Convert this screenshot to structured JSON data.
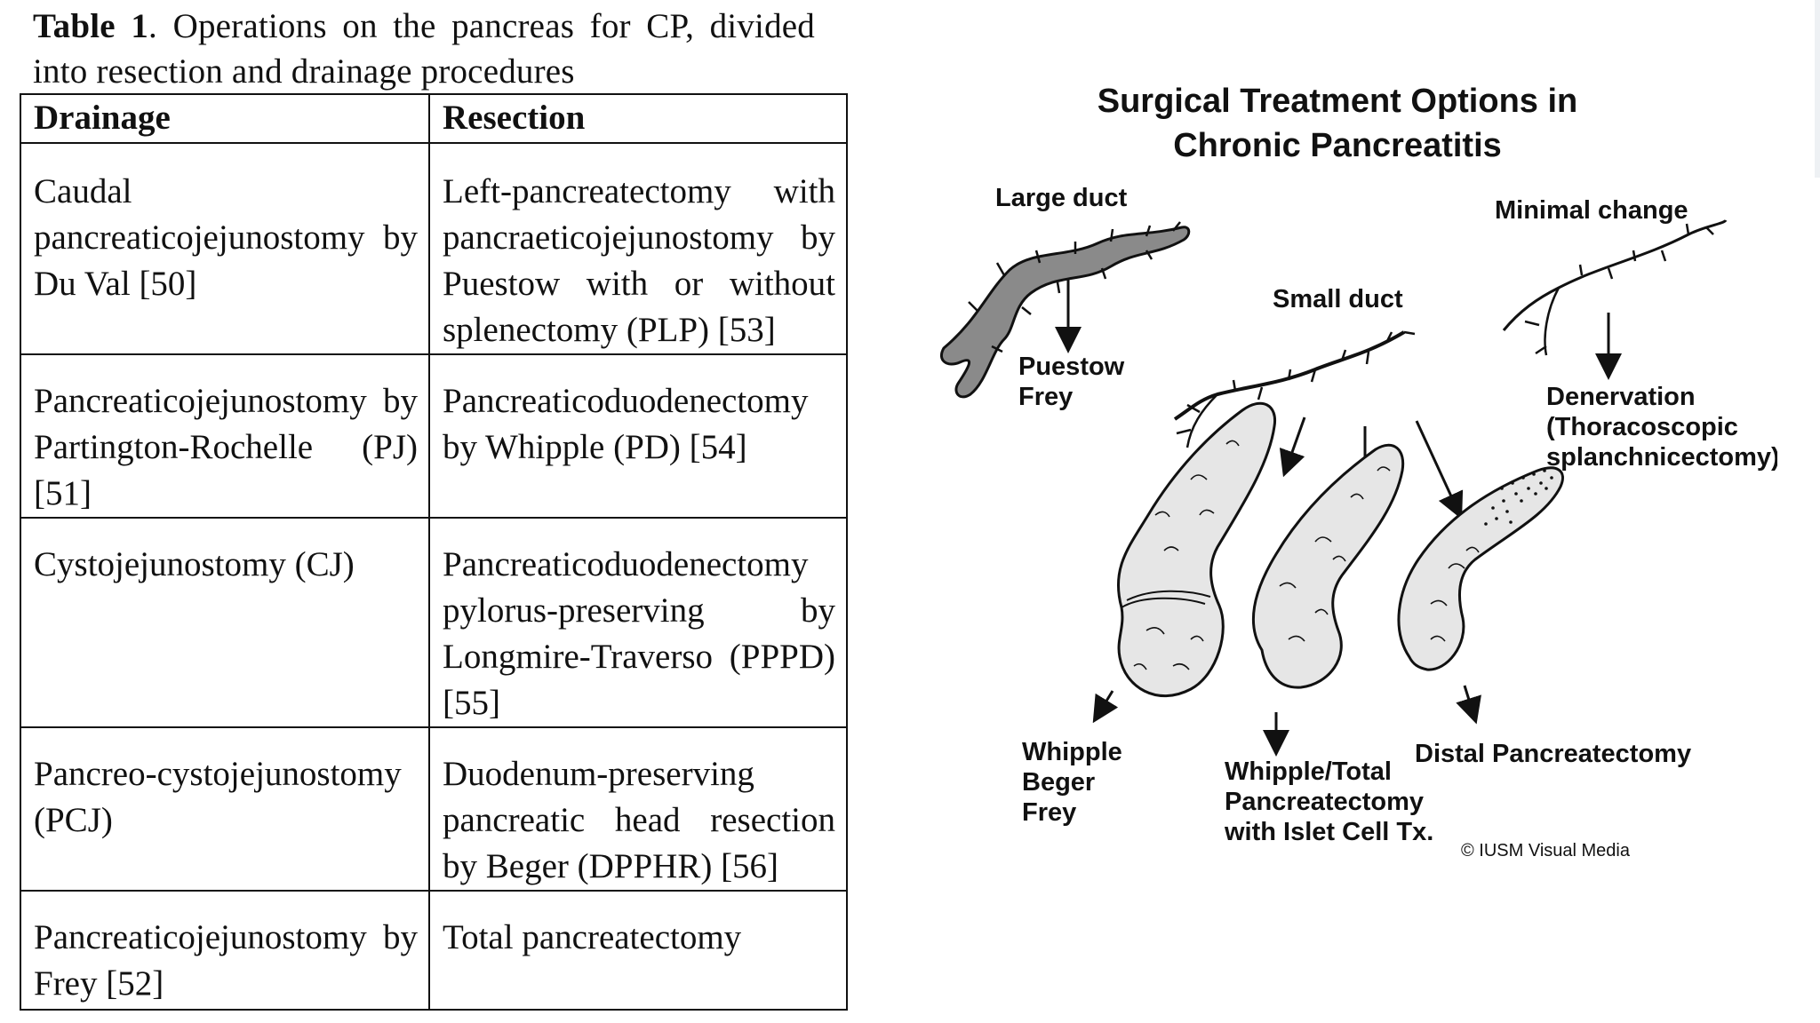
{
  "caption": {
    "lead": "Table 1",
    "line1_rest": ". Operations on the pancreas for CP, divided",
    "line2": "into resection and drainage procedures"
  },
  "table": {
    "headers": [
      "Drainage",
      "Resection"
    ],
    "rows": [
      [
        "Caudal pancreaticojejunostomy by Du Val [50]",
        "Left-pancreatectomy with pancraeticojejunostomy by Puestow with or without splenectomy (PLP) [53]"
      ],
      [
        "Pancreaticojejunostomy by Partington-Rochelle (PJ) [51]",
        "Pancreaticoduodenectomy by Whipple (PD) [54]"
      ],
      [
        "Cystojejunostomy (CJ)",
        "Pancreaticoduodenectomy pylorus-preserving by Longmire-Traverso (PPPD) [55]"
      ],
      [
        "Pancreo-cystojejunostomy (PCJ)",
        "Duodenum-preserving pancreatic head resection by Beger (DPPHR) [56]"
      ],
      [
        "Pancreaticojejunostomy by Frey [52]",
        "Total pancreatectomy"
      ]
    ]
  },
  "figure": {
    "title_line1": "Surgical Treatment Options in",
    "title_line2": "Chronic Pancreatitis",
    "large_duct": "Large duct",
    "small_duct": "Small duct",
    "minimal_change": "Minimal change",
    "puestow": "Puestow",
    "frey_1": "Frey",
    "denervation": "Denervation",
    "thoracoscopic": "(Thoracoscopic",
    "splanchnicectomy": "splanchnicectomy)",
    "whipple": "Whipple",
    "beger": "Beger",
    "frey_2": "Frey",
    "whipple_total": "Whipple/Total",
    "pancreatectomy": "Pancreatectomy",
    "islet": "with Islet Cell Tx.",
    "distal": "Distal Pancreatectomy",
    "credit": "© IUSM Visual Media"
  },
  "colors": {
    "ink": "#111111",
    "large_duct_fill": "#8a8a8a",
    "organ_fill": "#e6e6e6"
  }
}
